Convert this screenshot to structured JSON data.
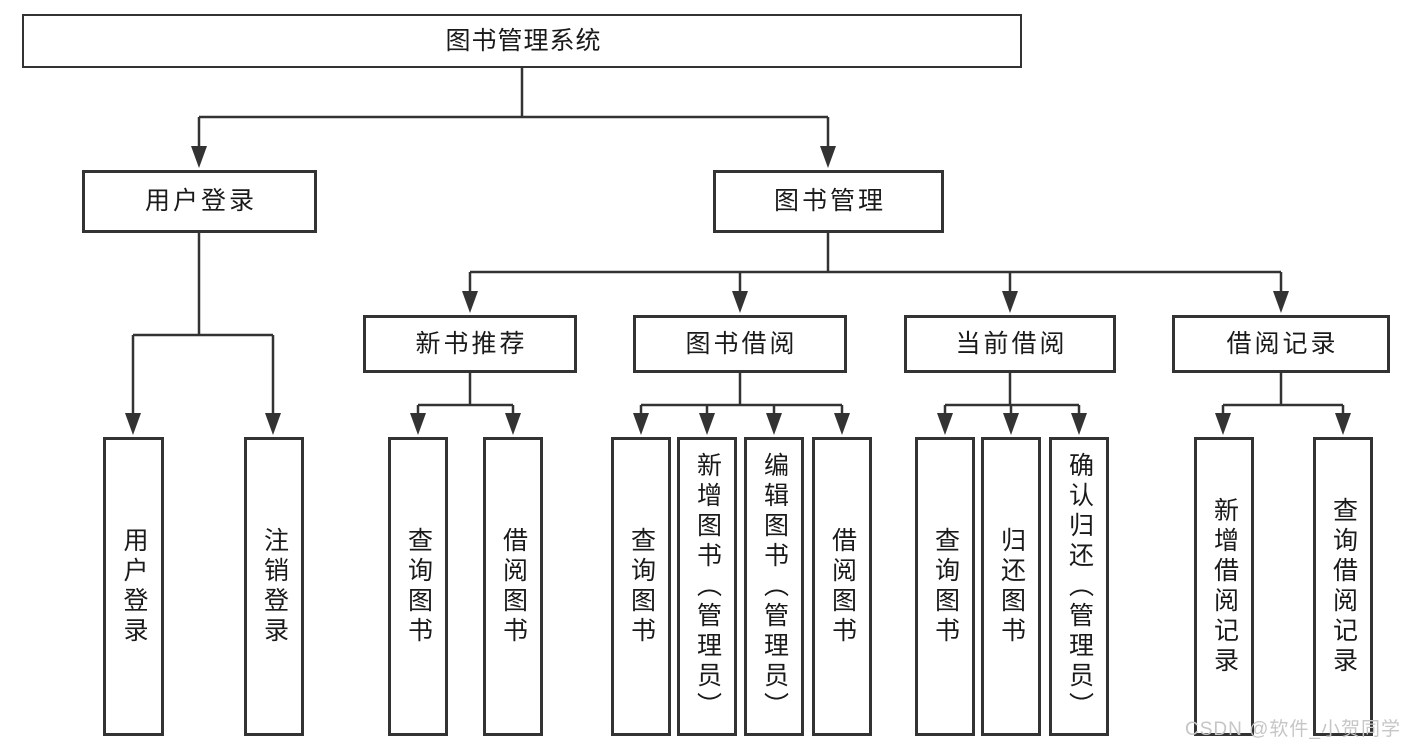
{
  "tree": {
    "root": {
      "label": "图书管理系统"
    },
    "level2": [
      {
        "label": "用户登录",
        "children": [
          {
            "label": "用户登录"
          },
          {
            "label": "注销登录"
          }
        ]
      },
      {
        "label": "图书管理",
        "children": [
          {
            "label": "新书推荐",
            "children": [
              {
                "label": "查询图书"
              },
              {
                "label": "借阅图书"
              }
            ]
          },
          {
            "label": "图书借阅",
            "children": [
              {
                "label": "查询图书"
              },
              {
                "label": "新增图书（管理员）"
              },
              {
                "label": "编辑图书（管理员）"
              },
              {
                "label": "借阅图书"
              }
            ]
          },
          {
            "label": "当前借阅",
            "children": [
              {
                "label": "查询图书"
              },
              {
                "label": "归还图书"
              },
              {
                "label": "确认归还（管理员）"
              }
            ]
          },
          {
            "label": "借阅记录",
            "children": [
              {
                "label": "新增借阅记录"
              },
              {
                "label": "查询借阅记录"
              }
            ]
          }
        ]
      }
    ]
  },
  "watermark": {
    "text": "CSDN @软件_小贺同学"
  },
  "colors": {
    "line": "#333333",
    "text": "#1a1a1a",
    "box_background": "#ffffff",
    "page_background": "#ffffff",
    "watermark": "#c6c6c6"
  }
}
